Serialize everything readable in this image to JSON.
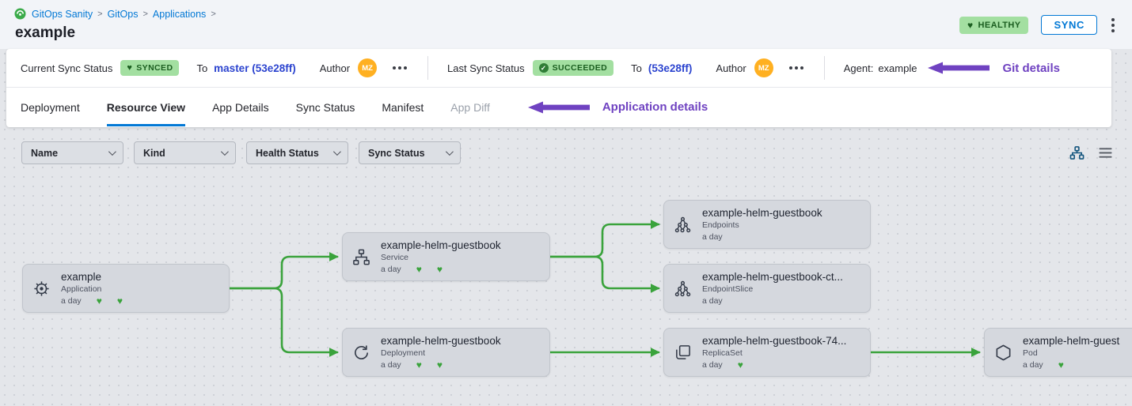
{
  "icons": {
    "heart": "♥",
    "check": "✓"
  },
  "colors": {
    "accent_blue": "#0278d5",
    "commit_blue": "#2c44cf",
    "annotation_purple": "#6f42c1",
    "edge_green": "#3aa33c",
    "heart_green": "#3aa33c",
    "badge_green_bg": "#a3dfa1",
    "badge_green_text": "#1b5e20",
    "avatar_orange": "#ffb021"
  },
  "breadcrumb": {
    "separator": ">",
    "items": [
      {
        "label": "GitOps Sanity"
      },
      {
        "label": "GitOps"
      },
      {
        "label": "Applications"
      }
    ]
  },
  "page": {
    "title": "example"
  },
  "header": {
    "health_badge": "HEALTHY",
    "sync_button": "SYNC"
  },
  "status_bar": {
    "current": {
      "label": "Current Sync Status",
      "badge": "SYNCED",
      "to_label": "To",
      "to_value": "master (53e28ff)",
      "author_label": "Author",
      "author_initials": "MZ"
    },
    "last": {
      "label": "Last Sync Status",
      "badge": "SUCCEEDED",
      "to_label": "To",
      "to_value": "(53e28ff)",
      "author_label": "Author",
      "author_initials": "MZ"
    },
    "agent_label": "Agent:",
    "agent_value": "example",
    "annotation": "Git details"
  },
  "tabs": {
    "items": [
      {
        "label": "Deployment"
      },
      {
        "label": "Resource View",
        "active": true
      },
      {
        "label": "App Details"
      },
      {
        "label": "Sync Status"
      },
      {
        "label": "Manifest"
      },
      {
        "label": "App Diff",
        "disabled": true
      }
    ],
    "annotation": "Application details"
  },
  "filters": [
    {
      "label": "Name"
    },
    {
      "label": "Kind"
    },
    {
      "label": "Health Status"
    },
    {
      "label": "Sync Status"
    }
  ],
  "graph": {
    "nodes": [
      {
        "title": "example",
        "kind": "Application",
        "age": "a day",
        "hearts": 2
      },
      {
        "title": "example-helm-guestbook",
        "kind": "Service",
        "age": "a day",
        "hearts": 2
      },
      {
        "title": "example-helm-guestbook",
        "kind": "Deployment",
        "age": "a day",
        "hearts": 2
      },
      {
        "title": "example-helm-guestbook",
        "kind": "Endpoints",
        "age": "a day",
        "hearts": 0
      },
      {
        "title": "example-helm-guestbook-ct...",
        "kind": "EndpointSlice",
        "age": "a day",
        "hearts": 0
      },
      {
        "title": "example-helm-guestbook-74...",
        "kind": "ReplicaSet",
        "age": "a day",
        "hearts": 1
      },
      {
        "title": "example-helm-guest",
        "kind": "Pod",
        "age": "a day",
        "hearts": 1
      }
    ]
  }
}
